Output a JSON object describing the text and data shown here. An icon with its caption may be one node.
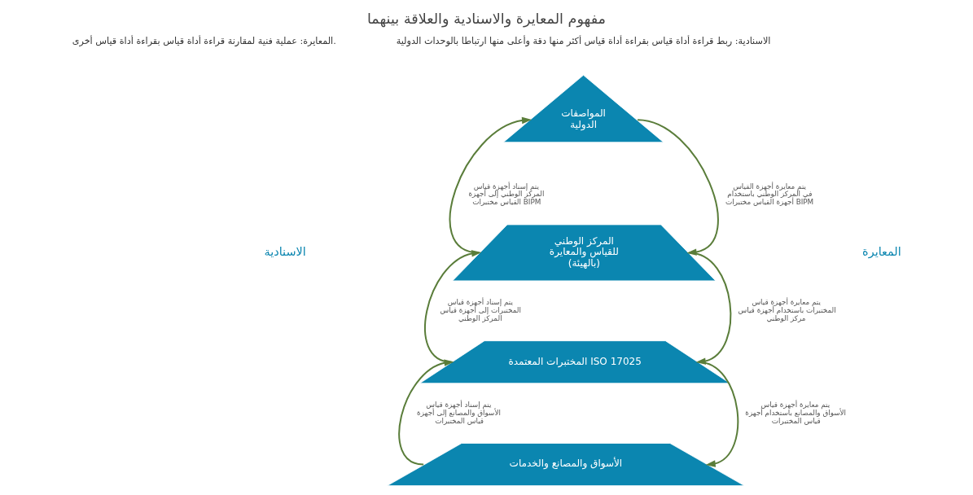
{
  "diagram": {
    "title": "مفهوم المعايرة والاسنادية والعلاقة بينهما",
    "nodes": [
      {
        "text": [
          "المواصفات الدولية"
        ]
      },
      {
        "text": [
          "المركز الوطني للقياس والمعايرة (بالهيئة)"
        ]
      },
      {
        "text": [
          "المختبرات المعتمدة ISO 17025"
        ]
      },
      {
        "text": [
          "الأسواق والمصانع والخدمات"
        ]
      }
    ],
    "edges": [
      {
        "from": 1,
        "to": 0,
        "arrow": "to",
        "label": "يتم إسناد أجهزة قياس المركز الوطني إلى أجهزة القياس مختبرات BIPM"
      },
      {
        "from": 0,
        "to": 1,
        "arrow": "to",
        "label": "يتم معايرة أجهزة القياس في المركز الوطني باستخدام أجهزة القياس مختبرات BIPM"
      },
      {
        "from": 2,
        "to": 1,
        "arrow": "to",
        "label": "يتم إسناد أجهزة قياس المختبرات إلى أجهزة قياس المركز الوطني"
      },
      {
        "from": 1,
        "to": 2,
        "arrow": "to",
        "label": "يتم معايرة أجهزة قياس المختبرات باستخدام أجهزة قياس مركز الوطني"
      },
      {
        "from": 3,
        "to": 2,
        "arrow": "to",
        "label": "يتم إسناد أجهزة قياس الأسواق والمصانع إلى أجهزة قياس المختبرات"
      },
      {
        "from": 2,
        "to": 3,
        "arrow": "to",
        "label": "يتم معايرة أجهزة قياس الأسواق والمصانع باستخدام أجهزة قياس المختبرات"
      }
    ],
    "labels": [
      "الاسنادية: ربط قراءة أداة قياس بقراءة أداة قياس أكثر منها دقة وأعلى منها ارتباطا بالوحدات الدولية",
      "المعايرة: عملية فنية لمقارنة قراءة أداة قياس بقراءة أداة قياس أخرى.",
      "الاسنادية",
      "المعايرة"
    ]
  }
}
